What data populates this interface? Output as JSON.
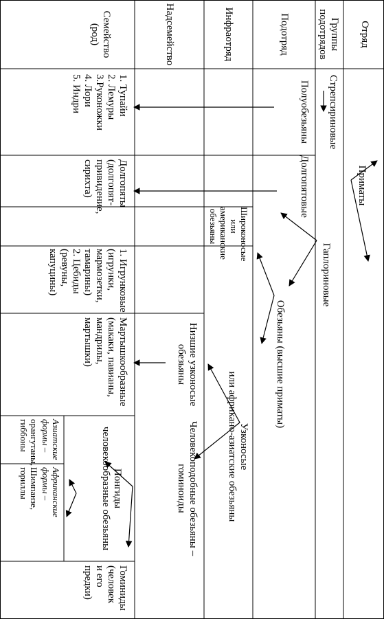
{
  "header": {
    "order": "Отряд",
    "suborder_groups": "Группы\nподотрядов",
    "suborder": "Подотряд",
    "infraorder": "Инфраотряд",
    "superfamily": "Надсемейство",
    "family": "Семейство\n(род)"
  },
  "order_name": "Приматы",
  "groups": {
    "strepsirrhini": "Стрепсириновые",
    "haplorhini": "Гаплориновые"
  },
  "suborders": {
    "prosimians": "Полуобезьяны",
    "tarsiers": "Долгопятовые",
    "monkeys": "Обезьяны (высшие приматы)"
  },
  "infraorders": {
    "platyrrhini": "Широконосые\nили\nамериканские\nобезьяны",
    "catarrhini": "Узконосые\nили африкано-азиатские обезьяны"
  },
  "superfamilies": {
    "lower": "Низшие узконосые\nобезьяны",
    "hominoids": "Человекоподобные обезьяны –\nгоминоиды"
  },
  "families": {
    "prosimians_list": "1. Тупайи\n2. Лемуры\n3.Руконожки\n4. Лори\n5. Индри",
    "tarsiers_list": "Долгопяты\n(долгопят-\nпривидение,\nсирихта)",
    "platyrrhini_list": "1. Игрунковые\n(игрунки,\nмармозетки,\nтамарины)\n2. Цебиды\n(ревуны,\nкапуцины)",
    "cercopithecidae": "Мартышкообразные\n(макаки, павианы,\nмандрилы,\nмартышки)",
    "pongids": "Понгиды\nчеловекообразные обезьяны",
    "asian_forms": "Азиатские\nформы –",
    "asian_species": "орангутаны,\nгиббоны",
    "african_forms": "Африканские\nформы –",
    "african_species": "Шимпанзе,\nгориллы",
    "hominids": "Гоминиды\n(человек\nи его\nпредки)"
  }
}
